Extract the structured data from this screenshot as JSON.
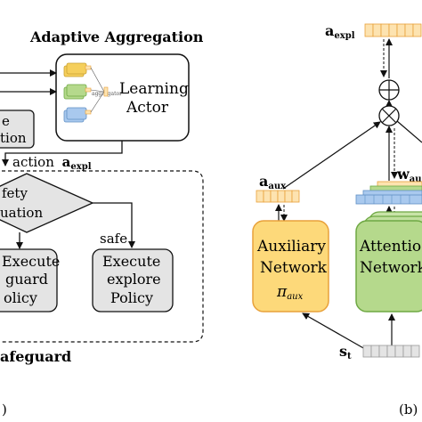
{
  "panel_a": {
    "title": "Adaptive Aggregation",
    "learning_actor": {
      "line1": "Learning",
      "line2": "Actor",
      "mini_label": "aggregator"
    },
    "left_box": {
      "line1": "e",
      "line2": "tion"
    },
    "action_label": "action",
    "action_symbol": "a",
    "action_subscript": "expl",
    "decision": {
      "line1": "fety",
      "line2": "uation"
    },
    "safe_label": "safe",
    "execute_safeguard": {
      "line1": "Execute",
      "line2": "guard",
      "line3": "olicy"
    },
    "execute_explore": {
      "line1": "Execute",
      "line2": "explore",
      "line3": "Policy"
    },
    "safeguard_label": "afeguard",
    "caption": ")"
  },
  "panel_b": {
    "a_expl": {
      "symbol": "a",
      "subscript": "expl"
    },
    "a_aux": {
      "symbol": "a",
      "subscript": "aux"
    },
    "w_aux": {
      "symbol": "w",
      "subscript": "au"
    },
    "auxiliary": {
      "line1": "Auxiliary",
      "line2": "Network",
      "pi": "π",
      "pi_sub": "aux"
    },
    "attention": {
      "line1": "Attentio",
      "line2": "Network"
    },
    "state": {
      "symbol": "s",
      "subscript": "t"
    },
    "caption": "(b)"
  },
  "colors": {
    "orange_fill": "#fde3b0",
    "orange_stroke": "#e8a13a",
    "aux_fill": "#fdd97a",
    "green_fill": "#b5d98c",
    "green_stroke": "#6ea843",
    "blue_fill": "#a9c9ee",
    "gray_fill": "#e4e4e4",
    "yellow_mini": "#f5cf5c"
  }
}
